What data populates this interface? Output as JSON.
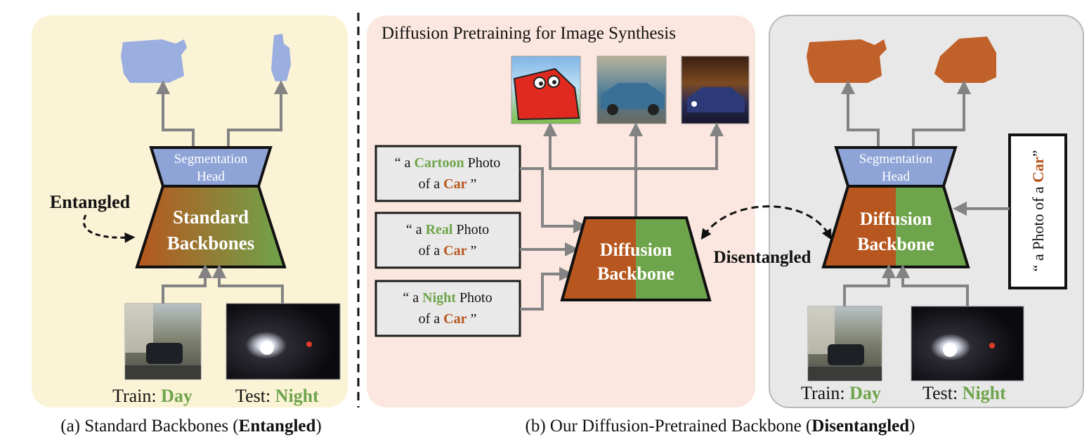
{
  "panel_a": {
    "head_line1": "Segmentation",
    "head_line2": "Head",
    "backbone_line1": "Standard",
    "backbone_line2": "Backbones",
    "entangled_label": "Entangled",
    "train_label": "Train:",
    "train_value": "Day",
    "test_label": "Test:",
    "test_value": "Night"
  },
  "panel_b": {
    "title": "Diffusion Pretraining for Image Synthesis",
    "prompts": [
      {
        "open": "“ a",
        "key": "Cartoon",
        "rest": "Photo",
        "line2_prefix": "of a",
        "object": "Car",
        "close": "”"
      },
      {
        "open": "“ a",
        "key": "Real",
        "rest": "Photo",
        "line2_prefix": "of a",
        "object": "Car",
        "close": "”"
      },
      {
        "open": "“ a",
        "key": "Night",
        "rest": "Photo",
        "line2_prefix": "of a",
        "object": "Car",
        "close": "”"
      }
    ],
    "backbone_line1": "Diffusion",
    "backbone_line2": "Backbone",
    "disentangled_label": "Disentangled"
  },
  "panel_c": {
    "head_line1": "Segmentation",
    "head_line2": "Head",
    "backbone_line1": "Diffusion",
    "backbone_line2": "Backbone",
    "prompt_prefix": "“ a Photo of a",
    "prompt_object": "Car",
    "prompt_close": "”",
    "train_label": "Train:",
    "train_value": "Day",
    "test_label": "Test:",
    "test_value": "Night"
  },
  "captions": {
    "a_prefix": "(a) Standard Backbones (",
    "a_bold": "Entangled",
    "a_suffix": ")",
    "b_prefix": "(b) Our Diffusion-Pretrained Backbone (",
    "b_bold": "Disentangled",
    "b_suffix": ")"
  },
  "colors": {
    "green": "#6ea44b",
    "orange": "#b7561e",
    "head_blue": "#8ea3d6",
    "mask_blue": "#9aaedf",
    "mask_orange": "#c0602a"
  }
}
